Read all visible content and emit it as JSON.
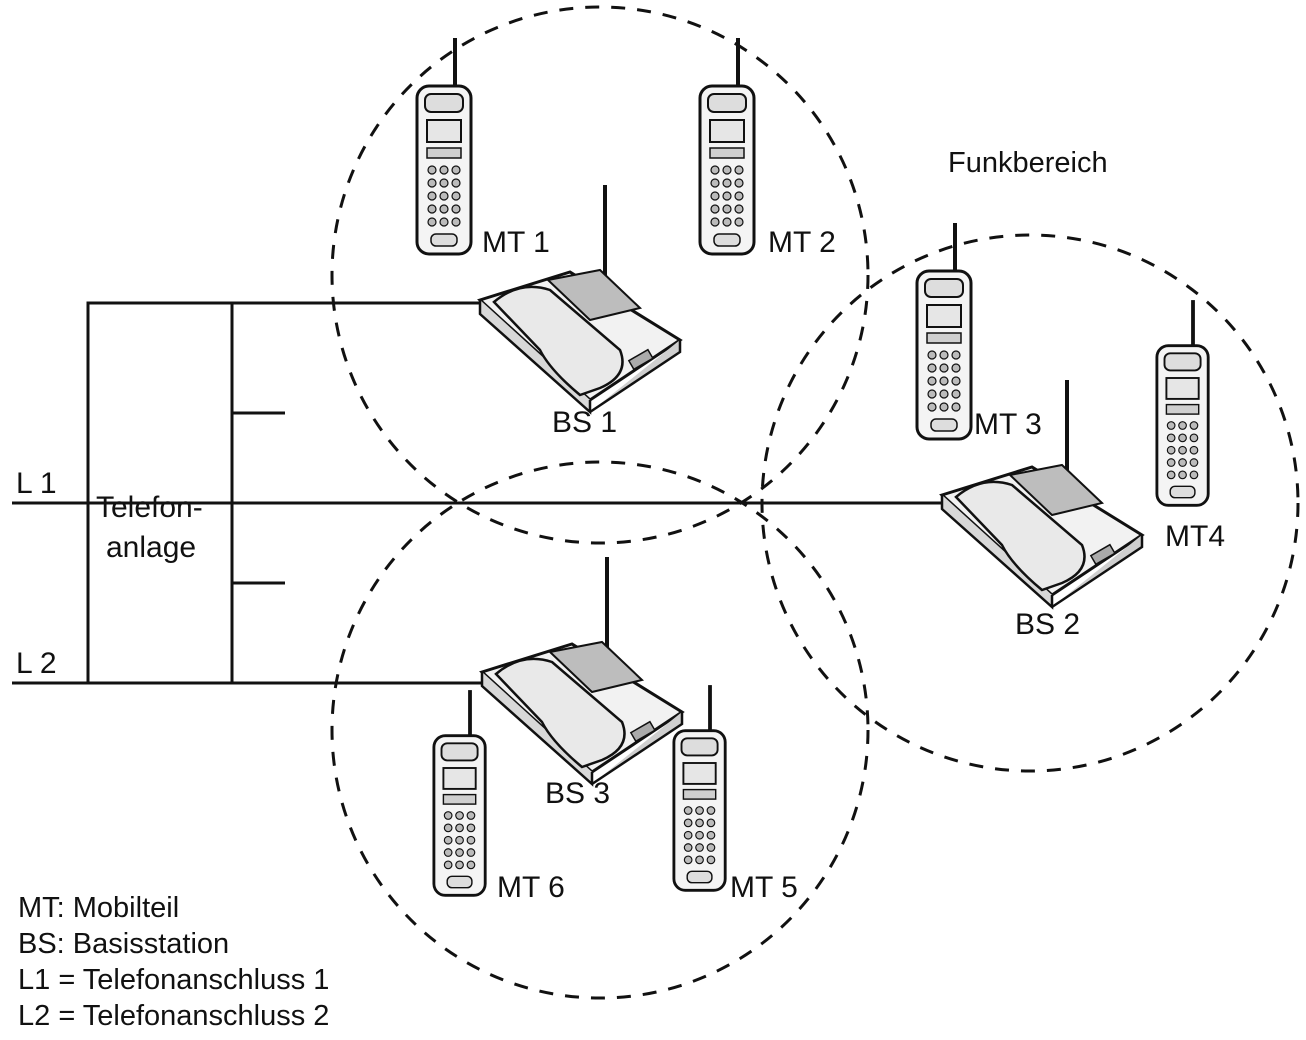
{
  "system": {
    "pbx_label_line1": "Telefon-",
    "pbx_label_line2": "anlage",
    "line_l1": "L 1",
    "line_l2": "L 2",
    "radio_area": "Funkbereich"
  },
  "base_stations": [
    {
      "id": "bs1",
      "label": "BS 1"
    },
    {
      "id": "bs2",
      "label": "BS 2"
    },
    {
      "id": "bs3",
      "label": "BS 3"
    }
  ],
  "handsets": [
    {
      "id": "mt1",
      "label": "MT 1"
    },
    {
      "id": "mt2",
      "label": "MT 2"
    },
    {
      "id": "mt3",
      "label": "MT 3"
    },
    {
      "id": "mt4",
      "label": "MT4"
    },
    {
      "id": "mt5",
      "label": "MT 5"
    },
    {
      "id": "mt6",
      "label": "MT 6"
    }
  ],
  "legend": [
    "MT: Mobilteil",
    "BS: Basisstation",
    "L1 = Telefonanschluss  1",
    "L2  =  Telefonanschluss  2"
  ]
}
